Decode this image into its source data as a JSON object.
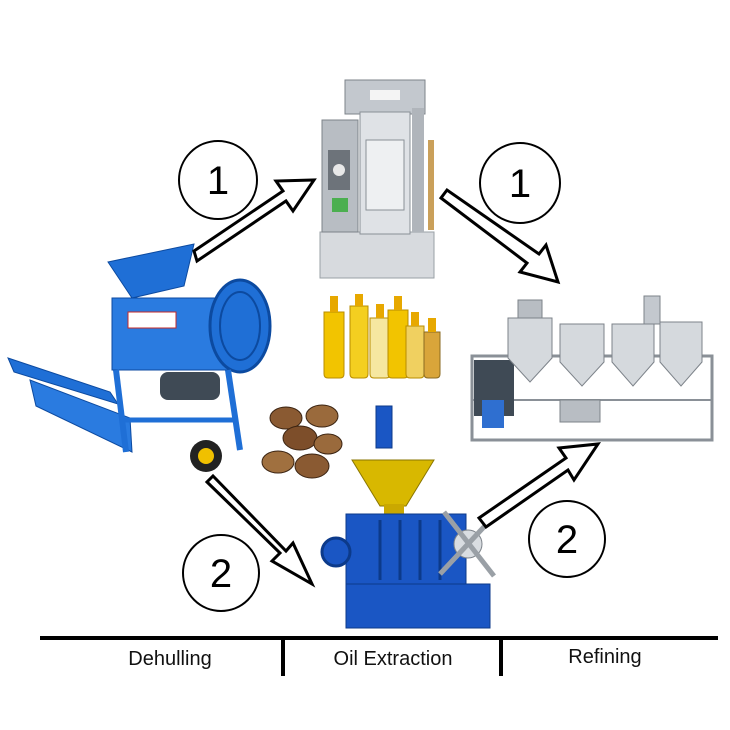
{
  "badges": {
    "press_route_left": "1",
    "press_route_right": "1",
    "expeller_route_left": "2",
    "expeller_route_right": "2"
  },
  "stages": {
    "dehulling": "Dehulling",
    "oil_extraction": "Oil Extraction",
    "refining": "Refining"
  },
  "colors": {
    "dehuller_blue": "#1f6fd6",
    "expeller_blue": "#1a56c4",
    "hopper_yellow": "#d8b800",
    "steel": "#c9cdd2",
    "oil_yellow": "#f2c400",
    "seed_brown": "#8a5a32"
  },
  "icons": {
    "hydraulic_press": "hydraulic-oil-press-icon",
    "dehuller": "dehuller-machine-icon",
    "screw_press": "screw-oil-expeller-icon",
    "refinery": "oil-refinery-plant-icon",
    "bottles": "oil-bottles-icon",
    "seeds": "castor-seeds-icon"
  }
}
